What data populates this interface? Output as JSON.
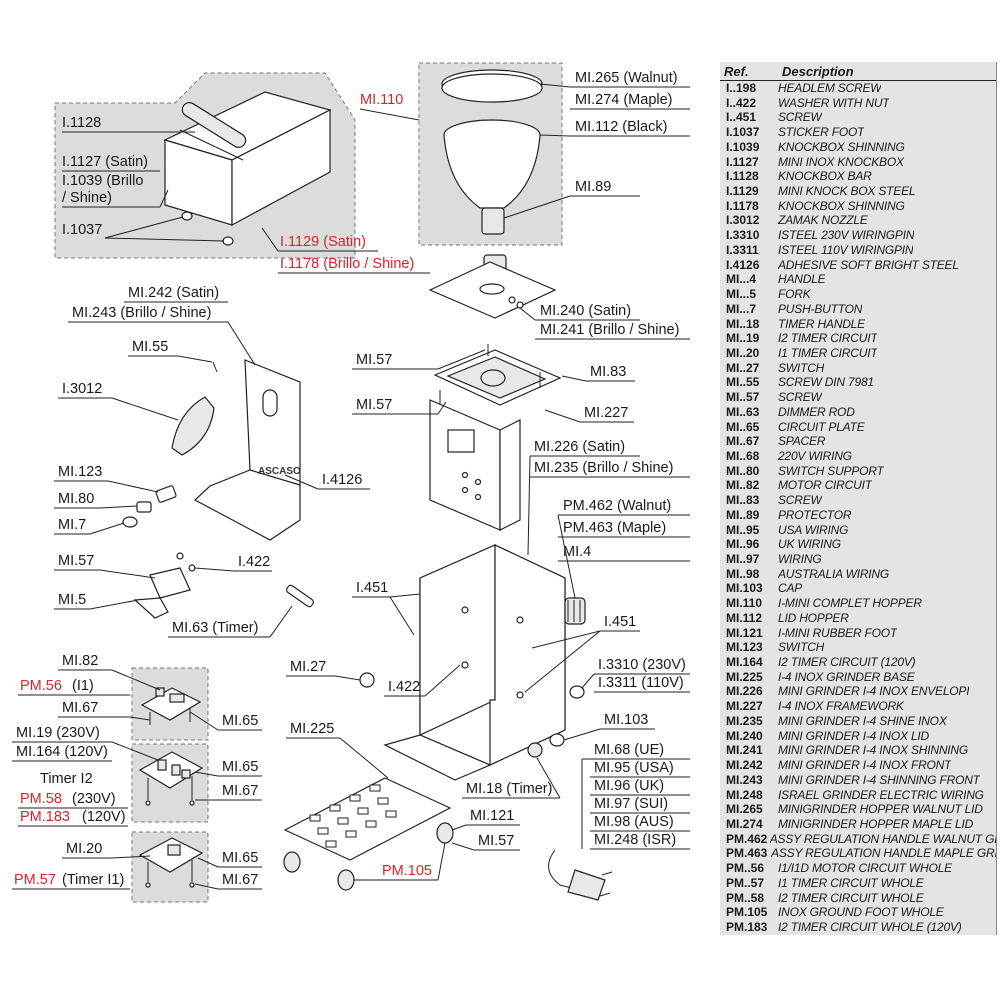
{
  "labels": {
    "i1128": "I.1128",
    "i1127": "I.1127 (Satin)",
    "i1039a": "I.1039 (Brillo",
    "i1039b": "/ Shine)",
    "i1037": "I.1037",
    "i1129": "I.1129 (Satin)",
    "i1178": "I.1178 (Brillo / Shine)",
    "mi110": "MI.110",
    "mi265": "MI.265 (Walnut)",
    "mi274": "MI.274 (Maple)",
    "mi112": "MI.112 (Black)",
    "mi89": "MI.89",
    "mi242": "MI.242 (Satin)",
    "mi243": "MI.243 (Brillo / Shine)",
    "mi55": "MI.55",
    "i3012": "I.3012",
    "mi240": "MI.240 (Satin)",
    "mi241": "MI.241 (Brillo / Shine)",
    "mi57a": "MI.57",
    "mi83": "MI.83",
    "mi57b": "MI.57",
    "mi227": "MI.227",
    "mi226": "MI.226 (Satin)",
    "mi235": "MI.235 (Brillo / Shine)",
    "i4126": "I.4126",
    "mi123": "MI.123",
    "mi80": "MI.80",
    "mi7": "MI.7",
    "pm462": "PM.462 (Walnut)",
    "pm463": "PM.463 (Maple)",
    "mi4": "MI.4",
    "mi57c": "MI.57",
    "i422a": "I.422",
    "mi5": "MI.5",
    "i451a": "I.451",
    "mi63": "MI.63 (Timer)",
    "i451b": "I.451",
    "mi82": "MI.82",
    "pm56": "PM.56",
    "pm56b": "(I1)",
    "mi67a": "MI.67",
    "mi65a": "MI.65",
    "mi27": "MI.27",
    "i422b": "I.422",
    "i3310": "I.3310 (230V)",
    "i3311": "I.3311 (110V)",
    "mi19": "MI.19 (230V)",
    "mi164": "MI.164 (120V)",
    "mi65b": "MI.65",
    "timer_i2": "Timer I2",
    "mi67b": "MI.67",
    "pm58": "PM.58",
    "pm58b": "(230V)",
    "pm183": "PM.183",
    "pm183b": "(120V)",
    "mi225": "MI.225",
    "mi103": "MI.103",
    "mi68": "MI.68 (UE)",
    "mi95": "MI.95 (USA)",
    "mi96": "MI.96 (UK)",
    "mi97": "MI.97 (SUI)",
    "mi98": "MI.98 (AUS)",
    "mi248": "MI.248 (ISR)",
    "mi18": "MI.18 (Timer)",
    "mi20": "MI.20",
    "mi121": "MI.121",
    "mi57d": "MI.57",
    "mi65c": "MI.65",
    "pm57": "PM.57",
    "pm57b": "(Timer I1)",
    "mi67c": "MI.67",
    "pm105": "PM.105"
  },
  "colors": {
    "red_label": "#d6262c",
    "table_bg": "#e4e4e4",
    "box_bg": "#dcdcdc"
  },
  "table": {
    "col_ref": "Ref.",
    "col_desc": "Description",
    "rows": [
      {
        "ref": "I..198",
        "desc": "HEADLEM SCREW"
      },
      {
        "ref": "I..422",
        "desc": "WASHER WITH NUT"
      },
      {
        "ref": "I..451",
        "desc": "SCREW"
      },
      {
        "ref": "I.1037",
        "desc": "STICKER FOOT"
      },
      {
        "ref": "I.1039",
        "desc": "KNOCKBOX SHINNING"
      },
      {
        "ref": "I.1127",
        "desc": "MINI INOX KNOCKBOX"
      },
      {
        "ref": "I.1128",
        "desc": "KNOCKBOX BAR"
      },
      {
        "ref": "I.1129",
        "desc": "MINI KNOCK BOX STEEL"
      },
      {
        "ref": "I.1178",
        "desc": "KNOCKBOX SHINNING"
      },
      {
        "ref": "I.3012",
        "desc": "ZAMAK NOZZLE"
      },
      {
        "ref": "I.3310",
        "desc": "ISTEEL 230V WIRINGPIN"
      },
      {
        "ref": "I.3311",
        "desc": "ISTEEL 110V WIRINGPIN"
      },
      {
        "ref": "I.4126",
        "desc": "ADHESIVE SOFT BRIGHT STEEL"
      },
      {
        "ref": "MI...4",
        "desc": "HANDLE"
      },
      {
        "ref": "MI...5",
        "desc": "FORK"
      },
      {
        "ref": "MI...7",
        "desc": "PUSH-BUTTON"
      },
      {
        "ref": "MI..18",
        "desc": "TIMER HANDLE"
      },
      {
        "ref": "MI..19",
        "desc": "I2 TIMER CIRCUIT"
      },
      {
        "ref": "MI..20",
        "desc": "I1 TIMER CIRCUIT"
      },
      {
        "ref": "MI..27",
        "desc": "SWITCH"
      },
      {
        "ref": "MI..55",
        "desc": "SCREW DIN 7981"
      },
      {
        "ref": "MI..57",
        "desc": "SCREW"
      },
      {
        "ref": "MI..63",
        "desc": "DIMMER ROD"
      },
      {
        "ref": "MI..65",
        "desc": "CIRCUIT PLATE"
      },
      {
        "ref": "MI..67",
        "desc": "SPACER"
      },
      {
        "ref": "MI..68",
        "desc": "220V WIRING"
      },
      {
        "ref": "MI..80",
        "desc": "SWITCH SUPPORT"
      },
      {
        "ref": "MI..82",
        "desc": "MOTOR CIRCUIT"
      },
      {
        "ref": "MI..83",
        "desc": "SCREW"
      },
      {
        "ref": "MI..89",
        "desc": "PROTECTOR"
      },
      {
        "ref": "MI..95",
        "desc": "USA WIRING"
      },
      {
        "ref": "MI..96",
        "desc": "UK WIRING"
      },
      {
        "ref": "MI..97",
        "desc": "WIRING"
      },
      {
        "ref": "MI..98",
        "desc": "AUSTRALIA WIRING"
      },
      {
        "ref": "MI.103",
        "desc": "CAP"
      },
      {
        "ref": "MI.110",
        "desc": "I-MINI COMPLET HOPPER"
      },
      {
        "ref": "MI.112",
        "desc": "LID HOPPER"
      },
      {
        "ref": "MI.121",
        "desc": "I-MINI RUBBER FOOT"
      },
      {
        "ref": "MI.123",
        "desc": "SWITCH"
      },
      {
        "ref": "MI.164",
        "desc": "I2 TIMER CIRCUIT (120V)"
      },
      {
        "ref": "MI.225",
        "desc": "I-4 INOX GRINDER BASE"
      },
      {
        "ref": "MI.226",
        "desc": "MINI GRINDER I-4 INOX ENVELOPI"
      },
      {
        "ref": "MI.227",
        "desc": "I-4 INOX FRAMEWORK"
      },
      {
        "ref": "MI.235",
        "desc": "MINI GRINDER I-4 SHINE INOX"
      },
      {
        "ref": "MI.240",
        "desc": "MINI GRINDER I-4 INOX LID"
      },
      {
        "ref": "MI.241",
        "desc": "MINI GRINDER I-4 INOX SHINNING"
      },
      {
        "ref": "MI.242",
        "desc": "MINI GRINDER I-4 INOX FRONT"
      },
      {
        "ref": "MI.243",
        "desc": "MINI GRINDER I-4 SHINNING FRONT"
      },
      {
        "ref": "MI.248",
        "desc": "ISRAEL GRINDER ELECTRIC WIRING"
      },
      {
        "ref": "MI.265",
        "desc": "MINIGRINDER HOPPER WALNUT LID"
      },
      {
        "ref": "MI.274",
        "desc": "MINIGRINDER HOPPER MAPLE LID"
      },
      {
        "ref": "PM.462",
        "desc": "ASSY REGULATION HANDLE WALNUT GRINDER"
      },
      {
        "ref": "PM.463",
        "desc": "ASSY REGULATION HANDLE MAPLE GRINDER"
      },
      {
        "ref": "PM..56",
        "desc": "I1/I1D MOTOR CIRCUIT WHOLE"
      },
      {
        "ref": "PM..57",
        "desc": "I1 TIMER CIRCUIT WHOLE"
      },
      {
        "ref": "PM..58",
        "desc": "I2 TIMER CIRCUIT WHOLE"
      },
      {
        "ref": "PM.105",
        "desc": "INOX GROUND FOOT WHOLE"
      },
      {
        "ref": "PM.183",
        "desc": "I2 TIMER CIRCUIT WHOLE (120V)"
      }
    ]
  }
}
